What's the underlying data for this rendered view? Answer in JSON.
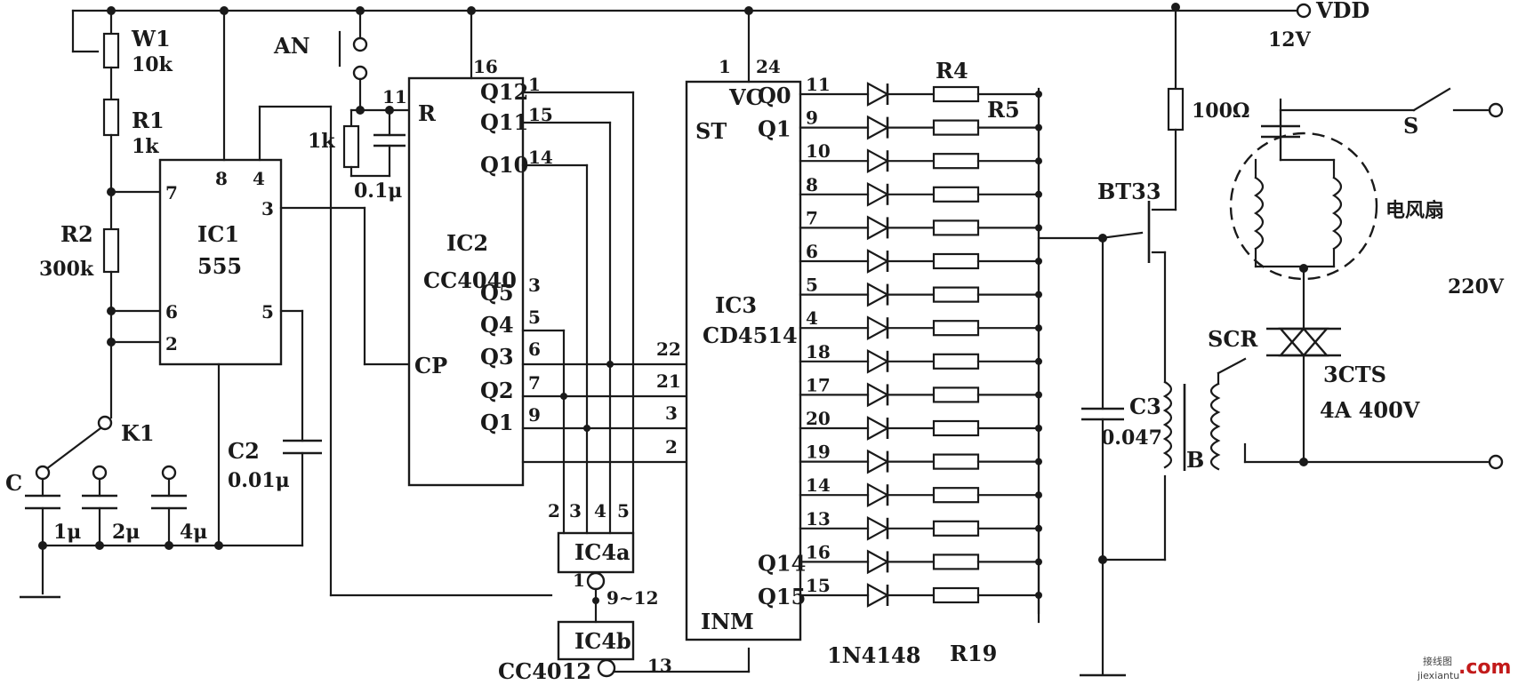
{
  "power": {
    "vdd_label": "VDD",
    "voltage": "12V"
  },
  "ic1": {
    "name": "IC1",
    "part": "555",
    "pins": {
      "p8": "8",
      "p4": "4",
      "p7": "7",
      "p3": "3",
      "p6": "6",
      "p5": "5",
      "p2": "2"
    }
  },
  "ic2": {
    "name": "IC2",
    "part": "CC4040",
    "reset": "R",
    "clock": "CP",
    "pins": {
      "vdd": "16",
      "reset": "11"
    },
    "outputs": [
      {
        "label": "Q12",
        "pin": "1"
      },
      {
        "label": "Q11",
        "pin": "15"
      },
      {
        "label": "Q10",
        "pin": "14"
      },
      {
        "label": "Q5",
        "pin": "3"
      },
      {
        "label": "Q4",
        "pin": "5"
      },
      {
        "label": "Q3",
        "pin": "6"
      },
      {
        "label": "Q2",
        "pin": "7"
      },
      {
        "label": "Q1",
        "pin": "9"
      }
    ]
  },
  "ic3": {
    "name": "IC3",
    "part": "CD4514",
    "st": "ST",
    "vc": "VC",
    "inm": "INM",
    "pins": {
      "st": "1",
      "vc": "24"
    },
    "inputs": [
      "22",
      "21",
      "3",
      "2"
    ],
    "outputs": [
      {
        "label": "Q0",
        "pin": "11"
      },
      {
        "label": "Q1",
        "pin": "9"
      },
      {
        "label": "",
        "pin": "10"
      },
      {
        "label": "",
        "pin": "8"
      },
      {
        "label": "",
        "pin": "7"
      },
      {
        "label": "",
        "pin": "6"
      },
      {
        "label": "",
        "pin": "5"
      },
      {
        "label": "",
        "pin": "4"
      },
      {
        "label": "",
        "pin": "18"
      },
      {
        "label": "",
        "pin": "17"
      },
      {
        "label": "",
        "pin": "20"
      },
      {
        "label": "",
        "pin": "19"
      },
      {
        "label": "",
        "pin": "14"
      },
      {
        "label": "",
        "pin": "13"
      },
      {
        "label": "Q14",
        "pin": "16"
      },
      {
        "label": "Q15",
        "pin": "15"
      }
    ]
  },
  "ic4a": {
    "name": "IC4a",
    "pins": [
      "2",
      "3",
      "4",
      "5"
    ],
    "out": "1",
    "range": "9~12"
  },
  "ic4b": {
    "name": "IC4b",
    "part": "CC4012",
    "pin": "13"
  },
  "components": {
    "w1": {
      "name": "W1",
      "value": "10k"
    },
    "r1": {
      "name": "R1",
      "value": "1k"
    },
    "r2": {
      "name": "R2",
      "value": "300k"
    },
    "k1": "K1",
    "c": "C",
    "c_values": [
      "1μ",
      "2μ",
      "4μ"
    ],
    "c2": {
      "name": "C2",
      "value": "0.01μ"
    },
    "an": "AN",
    "r_1k": "1k",
    "c_01": "0.1μ",
    "r4": "R4",
    "r5": "R5",
    "r19": "R19",
    "diode": "1N4148",
    "r100": "100Ω",
    "bt33": "BT33",
    "c3": {
      "name": "C3",
      "value": "0.047"
    },
    "b": "B",
    "scr": "SCR",
    "scr_part": "3CTS",
    "scr_rating": "4A  400V",
    "s": "S",
    "fan": "电风扇",
    "mains": "220V"
  },
  "watermark": {
    "cn": "接线图",
    "en": "jiexiantu",
    "dotcom": ".com"
  }
}
